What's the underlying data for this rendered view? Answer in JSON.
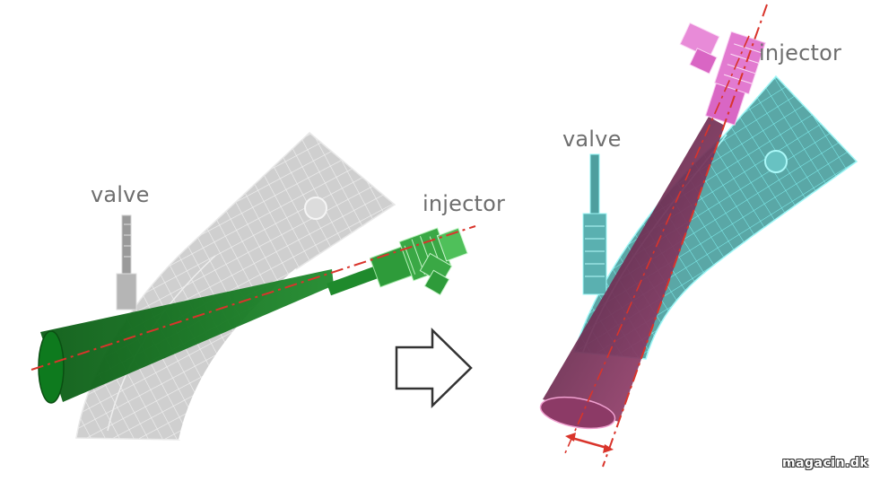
{
  "labels": {
    "valve_left": "valve",
    "injector_left": "injector",
    "valve_right": "valve",
    "injector_right": "injector"
  },
  "watermark": "magacin.dk",
  "colors": {
    "label_text": "#6e6e6e",
    "left_port": "#c8c8c8",
    "left_spray": "#0d6b1a",
    "left_injector": "#2e9b3a",
    "right_port": "#4fa8a8",
    "right_spray": "#7a2a55",
    "right_injector": "#e27ad0",
    "axis_line": "#d9342b",
    "arrow_outline": "#333333"
  },
  "icons": [
    "transition-arrow-icon",
    "width-dimension-arrow-icon"
  ]
}
